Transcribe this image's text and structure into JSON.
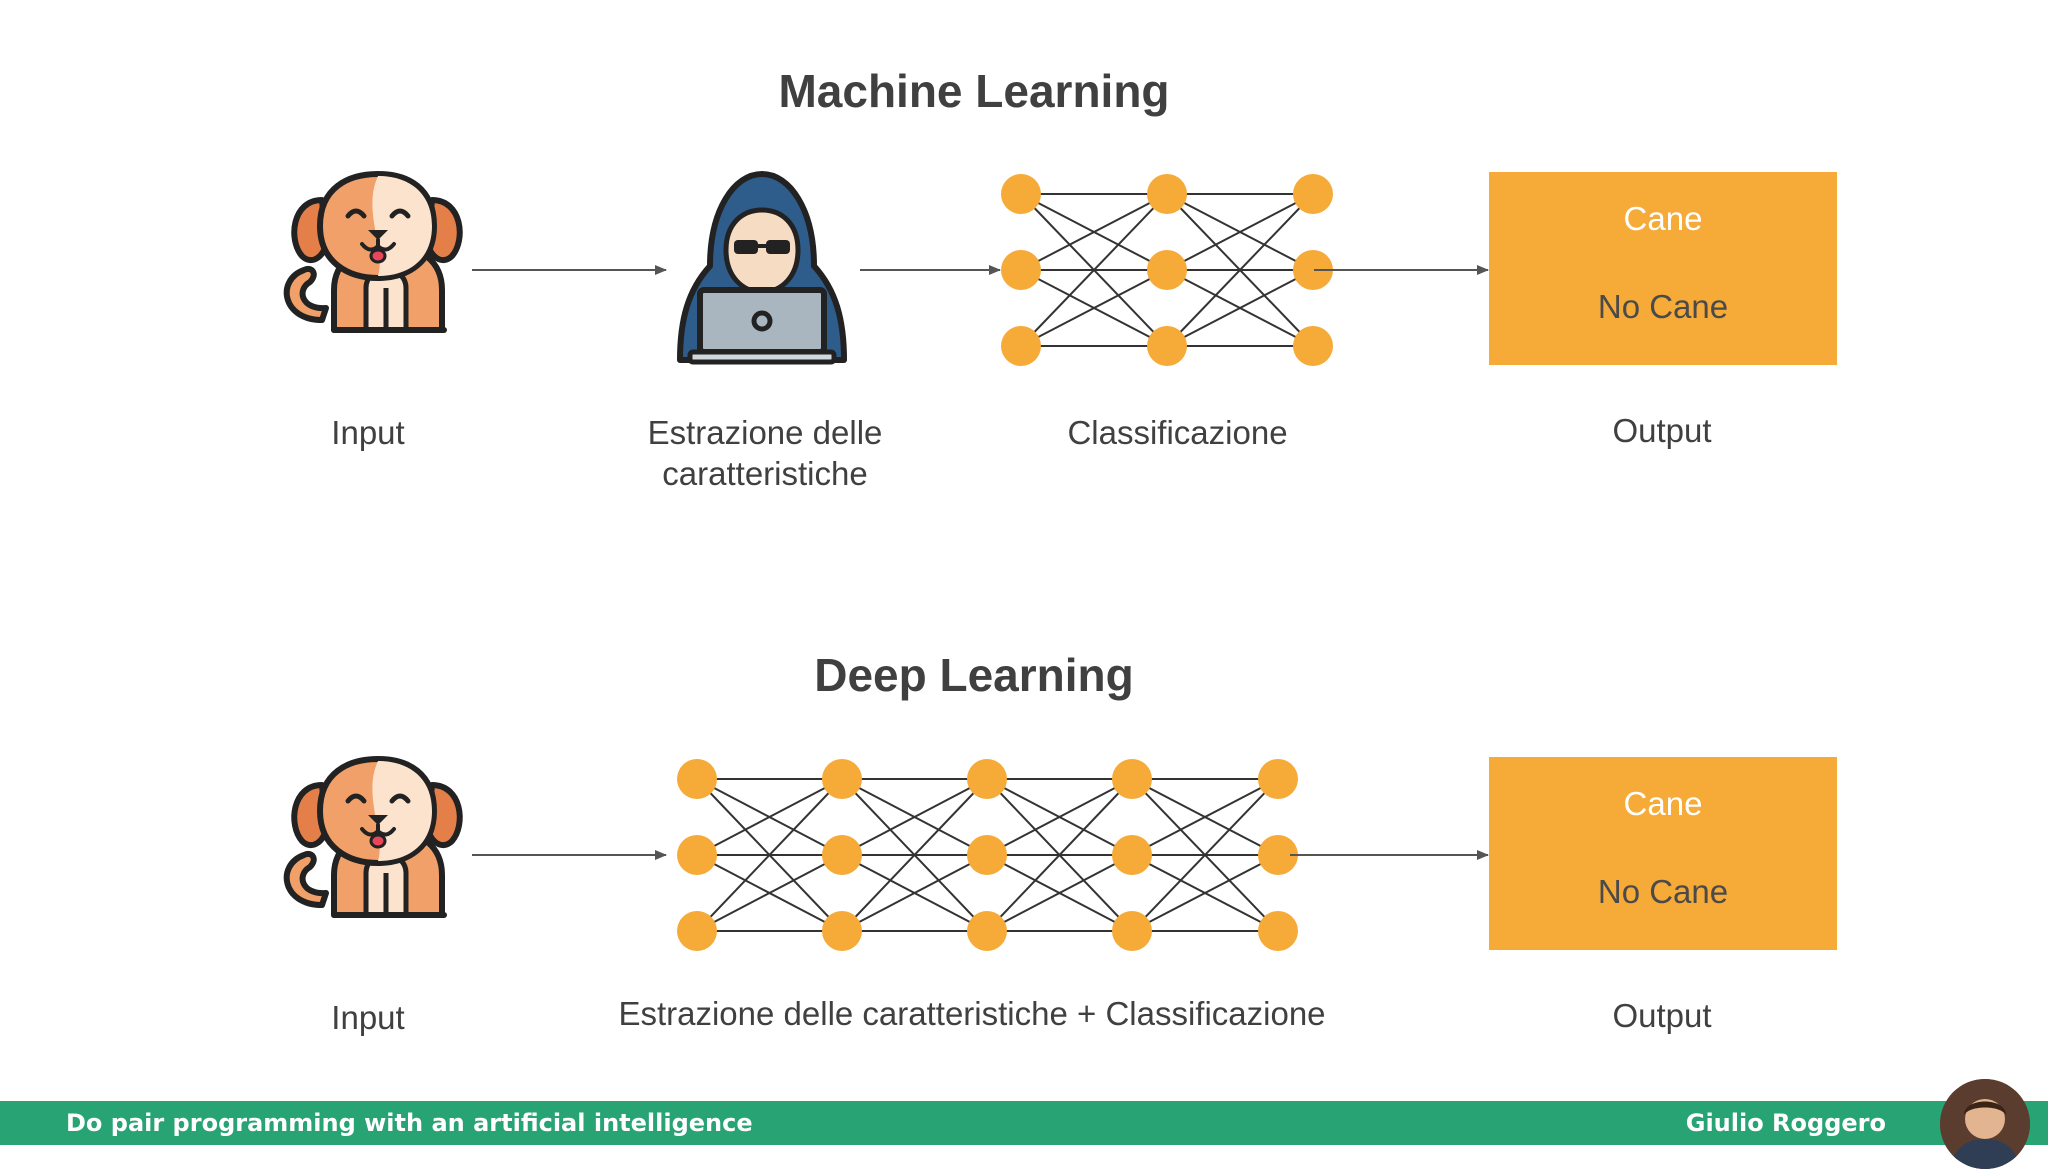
{
  "machine_learning": {
    "title": "Machine Learning",
    "input_label": "Input",
    "extraction_label_line1": "Estrazione delle",
    "extraction_label_line2": "caratteristiche",
    "classification_label": "Classificazione",
    "output_label": "Output",
    "output_options": [
      "Cane",
      "No Cane"
    ]
  },
  "deep_learning": {
    "title": "Deep Learning",
    "input_label": "Input",
    "combined_label": "Estrazione delle caratteristiche + Classificazione",
    "output_label": "Output",
    "output_options": [
      "Cane",
      "No Cane"
    ]
  },
  "footer": {
    "left_text": "Do pair programming with an artificial intelligence",
    "right_text": "Giulio Roggero"
  },
  "colors": {
    "node": "#f6aa38",
    "output_box": "#f6aa38",
    "footer": "#27a374",
    "dog": "#f0a068",
    "hoodie": "#2e5d8c"
  },
  "icons": [
    "dog-icon",
    "hacker-icon",
    "laptop-icon",
    "avatar"
  ]
}
